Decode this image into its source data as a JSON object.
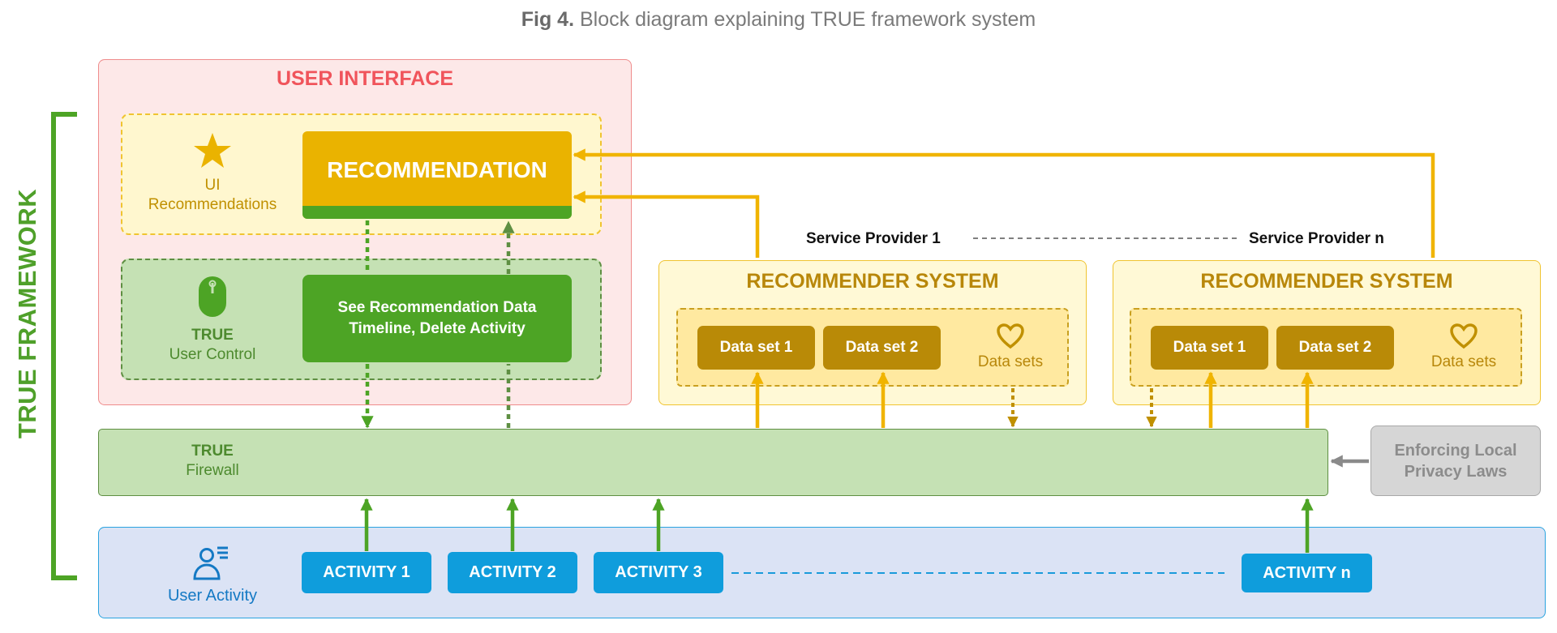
{
  "caption": {
    "prefix": "Fig 4.",
    "text": "Block diagram explaining TRUE framework system"
  },
  "framework_label": "TRUE FRAMEWORK",
  "user_interface": {
    "title": "USER INTERFACE",
    "ui_recs": {
      "line1": "UI",
      "line2": "Recommendations"
    },
    "recommendation": "RECOMMENDATION",
    "user_control": {
      "line1": "TRUE",
      "line2": "User Control"
    },
    "data_timeline": {
      "line1": "See Recommendation Data",
      "line2": "Timeline, Delete Activity"
    }
  },
  "service_providers": [
    {
      "label": "Service Provider 1",
      "recommender": "RECOMMENDER SYSTEM",
      "datasets": [
        "Data set 1",
        "Data set 2"
      ],
      "datasets_label": "Data sets"
    },
    {
      "label": "Service Provider n",
      "recommender": "RECOMMENDER SYSTEM",
      "datasets": [
        "Data set 1",
        "Data set 2"
      ],
      "datasets_label": "Data sets"
    }
  ],
  "firewall": {
    "line1": "TRUE",
    "line2": "Firewall"
  },
  "privacy": {
    "line1": "Enforcing Local",
    "line2": "Privacy Laws"
  },
  "user_activity": {
    "label": "User Activity",
    "activities": [
      "ACTIVITY 1",
      "ACTIVITY 2",
      "ACTIVITY 3",
      "ACTIVITY n"
    ]
  },
  "colors": {
    "green": "#4da425",
    "yellow": "#eab300",
    "dark_yellow": "#c09000",
    "blue": "#0f9ddc",
    "gray": "#8a8a8a",
    "red": "#f0545b"
  },
  "icons": [
    "star-icon",
    "mouse-icon",
    "heart-icon",
    "user-list-icon"
  ]
}
